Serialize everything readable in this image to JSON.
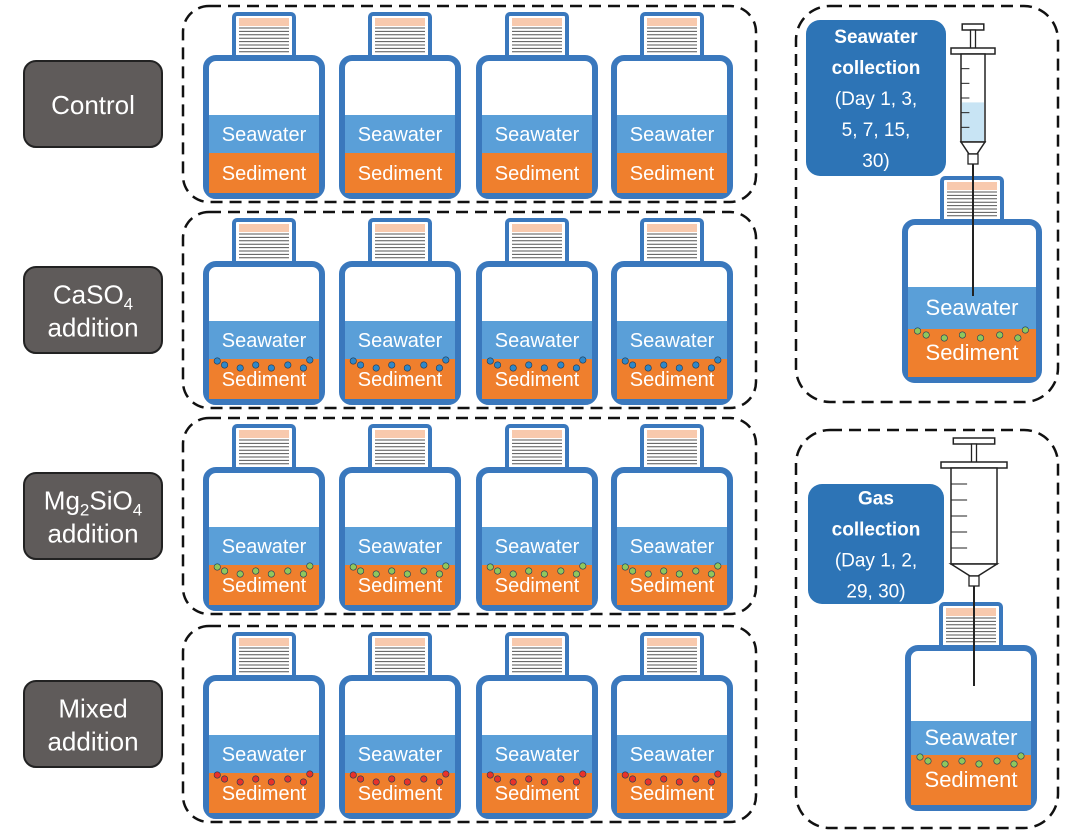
{
  "rows": [
    {
      "label_lines": [
        [
          "Control"
        ]
      ],
      "particle": "none"
    },
    {
      "label_lines": [
        [
          "CaSO",
          {
            "sub": "4"
          }
        ],
        [
          "addition"
        ]
      ],
      "particle": "blue"
    },
    {
      "label_lines": [
        [
          "Mg",
          {
            "sub": "2"
          },
          "SiO",
          {
            "sub": "4"
          }
        ],
        [
          "addition"
        ]
      ],
      "particle": "green"
    },
    {
      "label_lines": [
        [
          "Mixed"
        ],
        [
          "addition"
        ]
      ],
      "particle": "red"
    }
  ],
  "bottle": {
    "water_label": "Seawater",
    "sediment_label": "Sediment"
  },
  "panels": {
    "seawater": {
      "title_lines": [
        "Seawater",
        "collection"
      ],
      "detail_lines": [
        "(Day 1, 3,",
        "5, 7, 15,",
        "30)"
      ],
      "syringe_icon": "syringe-with-liquid-icon"
    },
    "gas": {
      "title_lines": [
        "Gas",
        "collection"
      ],
      "detail_lines": [
        "(Day 1, 2,",
        "29, 30)"
      ],
      "syringe_icon": "syringe-empty-icon"
    }
  },
  "colors": {
    "bottle_outline": "#3a78bd",
    "seawater": "#5a9fd8",
    "sediment": "#ef7f2d",
    "cap": "#f8c9ad",
    "cap_lines": "#555555",
    "label_box": "#5f5b5a",
    "callout_box": "#2d74b6",
    "particle_blue": "#2f87c8",
    "particle_green": "#8fc75d",
    "particle_red": "#e8322a",
    "syringe_liquid": "#c8e4f4"
  }
}
